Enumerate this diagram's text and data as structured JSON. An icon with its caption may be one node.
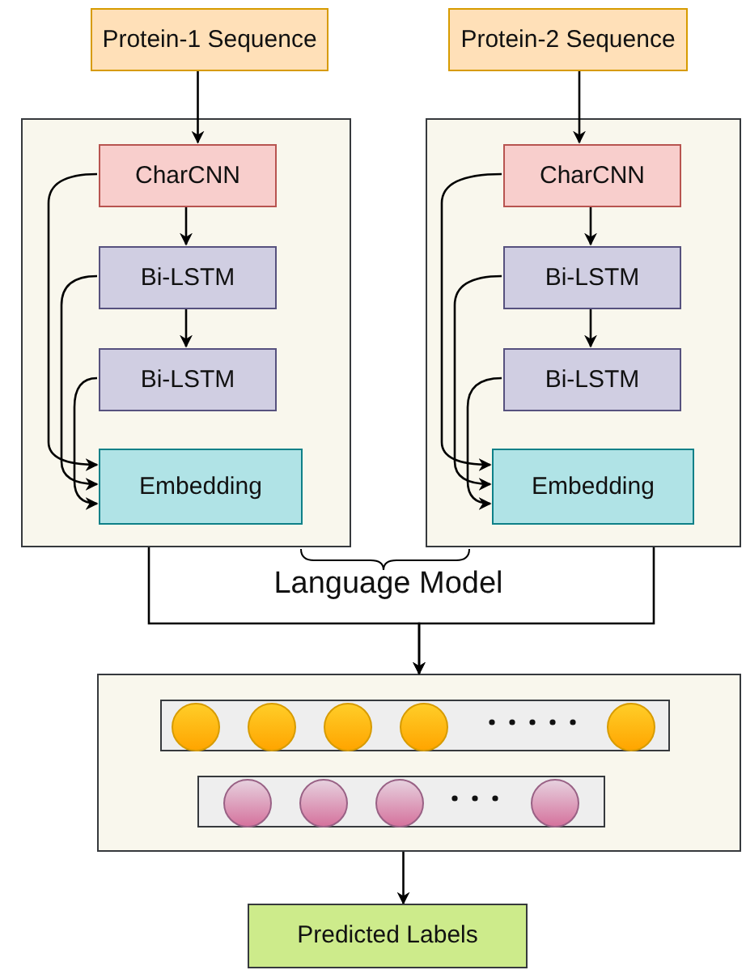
{
  "diagram": {
    "nodes": [
      {
        "text": [
          "Protein-1 Sequence"
        ]
      },
      {
        "text": [
          "Protein-2 Sequence"
        ]
      },
      {
        "text": [],
        "shape": "box"
      },
      {
        "text": [
          "CharCNN"
        ],
        "in": 2
      },
      {
        "text": [
          "Bi-LSTM"
        ],
        "in": 2
      },
      {
        "text": [
          "Bi-LSTM"
        ],
        "in": 2
      },
      {
        "text": [
          "Embedding"
        ],
        "in": 2
      },
      {
        "text": [],
        "shape": "box"
      },
      {
        "text": [
          "CharCNN"
        ],
        "in": 7
      },
      {
        "text": [
          "Bi-LSTM"
        ],
        "in": 7
      },
      {
        "text": [
          "Bi-LSTM"
        ],
        "in": 7
      },
      {
        "text": [
          "Embedding"
        ],
        "in": 7
      },
      {
        "text": [],
        "shape": "box"
      },
      {
        "text": [
          "Predicted Labels"
        ]
      }
    ],
    "edges": [
      {
        "from": 0,
        "to": 3,
        "arrow": "to"
      },
      {
        "from": 1,
        "to": 8,
        "arrow": "to"
      },
      {
        "from": 3,
        "to": 4,
        "arrow": "to"
      },
      {
        "from": 4,
        "to": 5,
        "arrow": "to"
      },
      {
        "from": 3,
        "to": 6,
        "arrow": "to"
      },
      {
        "from": 4,
        "to": 6,
        "arrow": "to"
      },
      {
        "from": 5,
        "to": 6,
        "arrow": "to"
      },
      {
        "from": 8,
        "to": 9,
        "arrow": "to"
      },
      {
        "from": 9,
        "to": 10,
        "arrow": "to"
      },
      {
        "from": 8,
        "to": 11,
        "arrow": "to"
      },
      {
        "from": 9,
        "to": 11,
        "arrow": "to"
      },
      {
        "from": 10,
        "to": 11,
        "arrow": "to"
      },
      {
        "from": 2,
        "to": 12,
        "arrow": "to"
      },
      {
        "from": 7,
        "to": 12,
        "arrow": "to"
      },
      {
        "from": 12,
        "to": 13,
        "arrow": "to"
      }
    ],
    "labels": [
      "Language Model"
    ]
  }
}
